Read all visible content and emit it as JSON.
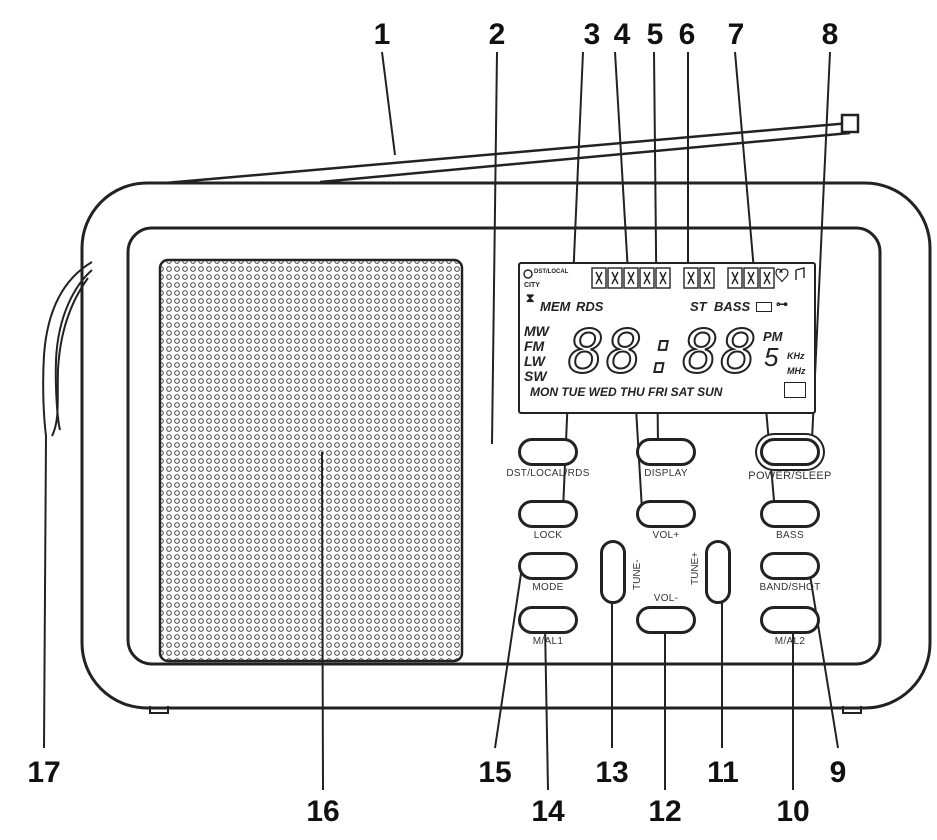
{
  "callouts": [
    "1",
    "2",
    "3",
    "4",
    "5",
    "6",
    "7",
    "8",
    "9",
    "10",
    "11",
    "12",
    "13",
    "14",
    "15",
    "16",
    "17"
  ],
  "lcd": {
    "top_left": "DST/LOCAL",
    "city": "CITY",
    "mem": "MEM",
    "rds": "RDS",
    "st": "ST",
    "bass": "BASS",
    "bands": [
      "MW",
      "FM",
      "LW",
      "SW"
    ],
    "digits": "88:88",
    "pm": "PM",
    "five": "5",
    "khz": "KHz",
    "mhz": "MHz",
    "days": "MON TUE WED THU FRI SAT SUN"
  },
  "buttons": {
    "dst": "DST/LOCAL/RDS",
    "display": "DISPLAY",
    "power": "POWER/SLEEP",
    "lock": "LOCK",
    "vol_plus": "VOL+",
    "bass": "BASS",
    "tune_minus": "TUNE-",
    "tune_plus": "TUNE+",
    "mode": "MODE",
    "vol_minus": "VOL-",
    "band": "BAND/SHOT",
    "mal1": "M/AL1",
    "mal2": "M/AL2"
  },
  "colors": {
    "line": "#222222",
    "paper": "#ffffff"
  }
}
